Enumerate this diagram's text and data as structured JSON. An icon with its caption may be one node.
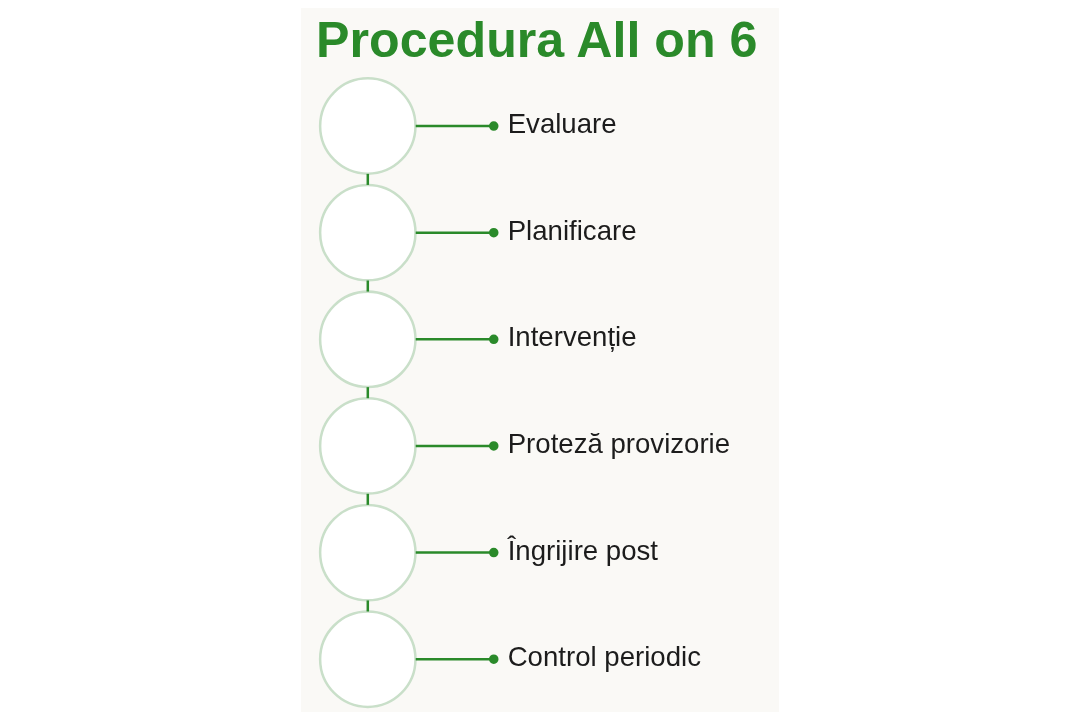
{
  "diagram": {
    "title": "Procedura All on 6",
    "nodes": [
      {
        "text": [],
        "shape": "circle"
      },
      {
        "text": [
          "Evaluare"
        ]
      },
      {
        "text": [],
        "shape": "circle"
      },
      {
        "text": [
          "Planificare"
        ]
      },
      {
        "text": [],
        "shape": "circle"
      },
      {
        "text": [
          "Intervenție"
        ]
      },
      {
        "text": [],
        "shape": "circle"
      },
      {
        "text": [
          "Proteză provizorie"
        ]
      },
      {
        "text": [],
        "shape": "circle"
      },
      {
        "text": [
          "Îngrijire post"
        ]
      },
      {
        "text": [],
        "shape": "circle"
      },
      {
        "text": [
          "Control periodic"
        ]
      }
    ],
    "edges": [
      {
        "from": 0,
        "to": 1,
        "arrow": "other"
      },
      {
        "from": 0,
        "to": 2,
        "arrow": "none"
      },
      {
        "from": 2,
        "to": 3,
        "arrow": "other"
      },
      {
        "from": 2,
        "to": 4,
        "arrow": "none"
      },
      {
        "from": 4,
        "to": 5,
        "arrow": "other"
      },
      {
        "from": 4,
        "to": 6,
        "arrow": "none"
      },
      {
        "from": 6,
        "to": 7,
        "arrow": "other"
      },
      {
        "from": 6,
        "to": 8,
        "arrow": "none"
      },
      {
        "from": 8,
        "to": 9,
        "arrow": "other"
      },
      {
        "from": 8,
        "to": 10,
        "arrow": "none"
      },
      {
        "from": 10,
        "to": 11,
        "arrow": "other"
      }
    ]
  }
}
